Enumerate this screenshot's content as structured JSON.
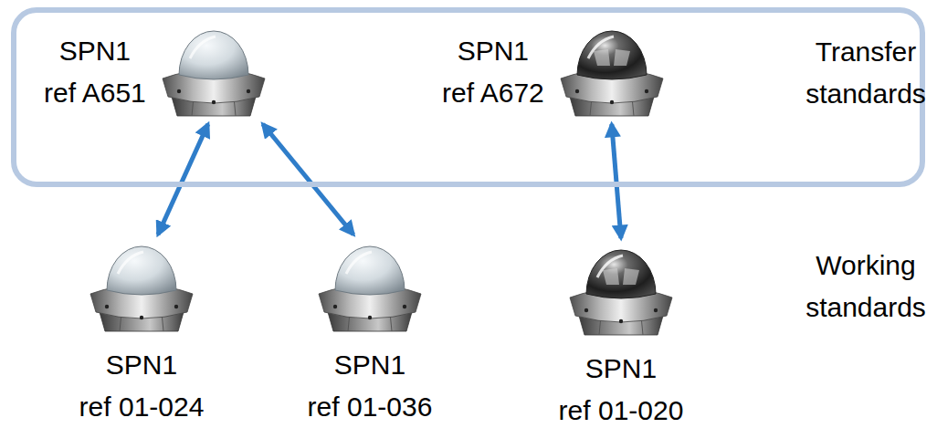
{
  "diagram": {
    "nodes": [
      {
        "text": [
          "Transfer standards"
        ]
      },
      {
        "text": [
          "SPN1 ref A651"
        ],
        "in": 0
      },
      {
        "text": [
          "SPN1 ref A672"
        ],
        "in": 0
      },
      {
        "text": [
          "SPN1 ref 01-024"
        ]
      },
      {
        "text": [
          "SPN1 ref 01-036"
        ]
      },
      {
        "text": [
          "SPN1 ref 01-020"
        ]
      }
    ],
    "edges": [
      {
        "from": 1,
        "to": 3,
        "arrow": "both"
      },
      {
        "from": 1,
        "to": 4,
        "arrow": "both"
      },
      {
        "from": 2,
        "to": 5,
        "arrow": "both"
      }
    ],
    "labels": [
      "Working standards"
    ]
  }
}
